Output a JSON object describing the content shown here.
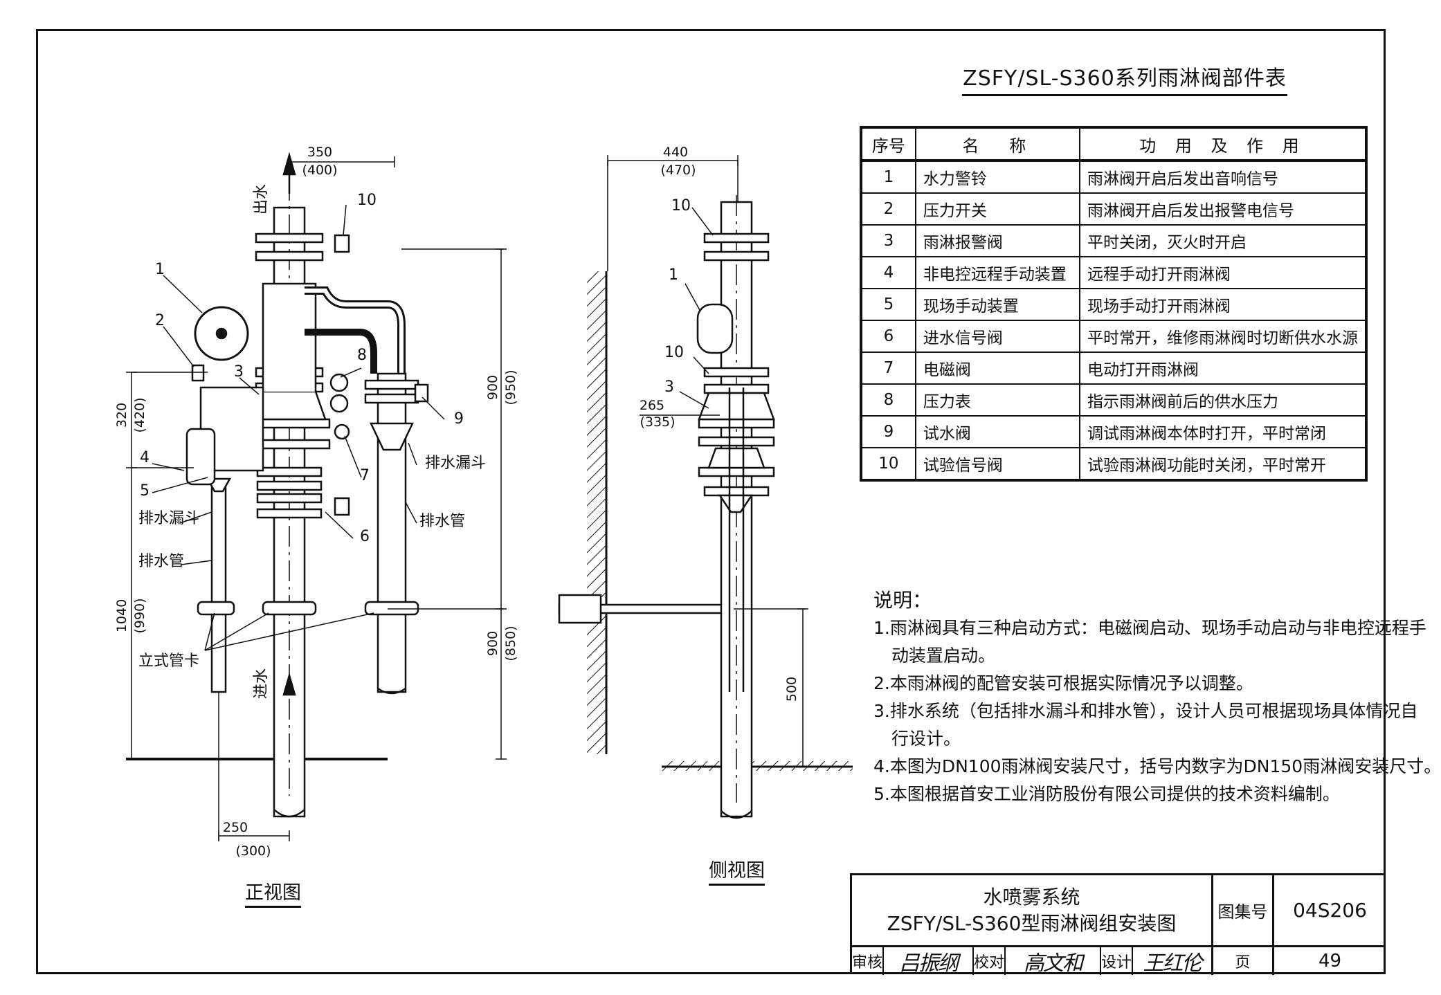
{
  "parts_table": {
    "title": "ZSFY/SL-S360系列雨淋阀部件表",
    "headers": {
      "no": "序号",
      "name": "名　称",
      "function": "功 用 及 作 用"
    },
    "rows": [
      {
        "no": "1",
        "name": "水力警铃",
        "function": "雨淋阀开启后发出音响信号"
      },
      {
        "no": "2",
        "name": "压力开关",
        "function": "雨淋阀开启后发出报警电信号"
      },
      {
        "no": "3",
        "name": "雨淋报警阀",
        "function": "平时关闭，灭火时开启"
      },
      {
        "no": "4",
        "name": "非电控远程手动装置",
        "function": "远程手动打开雨淋阀"
      },
      {
        "no": "5",
        "name": "现场手动装置",
        "function": "现场手动打开雨淋阀"
      },
      {
        "no": "6",
        "name": "进水信号阀",
        "function": "平时常开，维修雨淋阀时切断供水水源"
      },
      {
        "no": "7",
        "name": "电磁阀",
        "function": "电动打开雨淋阀"
      },
      {
        "no": "8",
        "name": "压力表",
        "function": "指示雨淋阀前后的供水压力"
      },
      {
        "no": "9",
        "name": "试水阀",
        "function": "调试雨淋阀本体时打开，平时常闭"
      },
      {
        "no": "10",
        "name": "试验信号阀",
        "function": "试验雨淋阀功能时关闭，平时常开"
      }
    ]
  },
  "notes": {
    "heading": "说明：",
    "lines": [
      "1.雨淋阀具有三种启动方式：电磁阀启动、现场手动启动与非电控远程手",
      "动装置启动。",
      "2.本雨淋阀的配管安装可根据实际情况予以调整。",
      "3.排水系统（包括排水漏斗和排水管），设计人员可根据现场具体情况自",
      "行设计。",
      "4.本图为DN100雨淋阀安装尺寸，括号内数字为DN150雨淋阀安装尺寸。",
      "5.本图根据首安工业消防股份有限公司提供的技术资料编制。"
    ]
  },
  "front_view": {
    "label": "正视图",
    "outlet": "出水",
    "inlet": "进水",
    "drain_funnel": "排水漏斗",
    "drain_pipe": "排水管",
    "pipe_clamp": "立式管卡",
    "dims": {
      "w_top": "350",
      "w_top_alt": "(400)",
      "w_bottom": "250",
      "w_bottom_alt": "(300)",
      "h_upper": "900",
      "h_upper_alt": "(950)",
      "h_lower": "900",
      "h_lower_alt": "(850)",
      "h_left_top": "320",
      "h_left_top_alt": "(420)",
      "h_left_bottom": "1040",
      "h_left_bottom_alt": "(990)"
    },
    "callouts": [
      "1",
      "2",
      "3",
      "4",
      "5",
      "6",
      "7",
      "8",
      "9",
      "10"
    ]
  },
  "side_view": {
    "label": "侧视图",
    "dims": {
      "w_top": "440",
      "w_top_alt": "(470)",
      "offset": "265",
      "offset_alt": "(335)",
      "h": "500"
    },
    "callouts": [
      "10",
      "1",
      "10",
      "3"
    ]
  },
  "title_block": {
    "system": "水喷雾系统",
    "drawing_title": "ZSFY/SL-S360型雨淋阀组安装图",
    "atlas_label": "图集号",
    "atlas_no": "04S206",
    "review_label": "审核",
    "review_sig": "吕振纲",
    "check_label": "校对",
    "check_sig": "高文和",
    "design_label": "设计",
    "design_sig": "王红伦",
    "page_label": "页",
    "page_no": "49"
  }
}
